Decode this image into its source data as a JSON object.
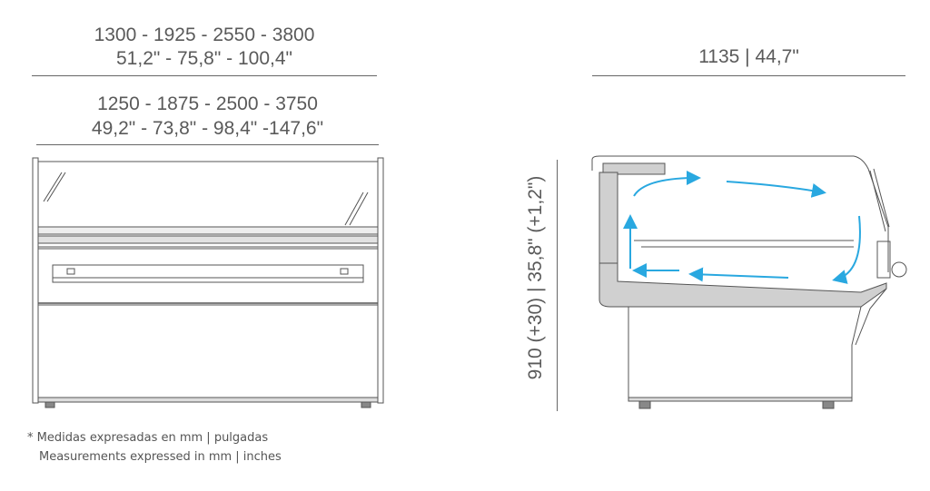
{
  "front": {
    "outer_mm": "1300 - 1925 - 2550 - 3800",
    "outer_in": "51,2\" - 75,8\" - 100,4\"",
    "inner_mm": "1250 - 1875 - 2500 - 3750",
    "inner_in": "49,2\" - 73,8\" - 98,4\" -147,6\""
  },
  "side": {
    "depth": "1135  |  44,7\"",
    "height": "910 (+30)  |  35,8\" (+1,2\")"
  },
  "notes": {
    "asterisk": "*",
    "es": "Medidas expresadas en mm  |  pulgadas",
    "en": "Measurements expressed in mm  |  inches"
  },
  "colors": {
    "airflow": "#29a8e0",
    "line": "#555555",
    "shelf_gray": "#d0d0d0"
  }
}
